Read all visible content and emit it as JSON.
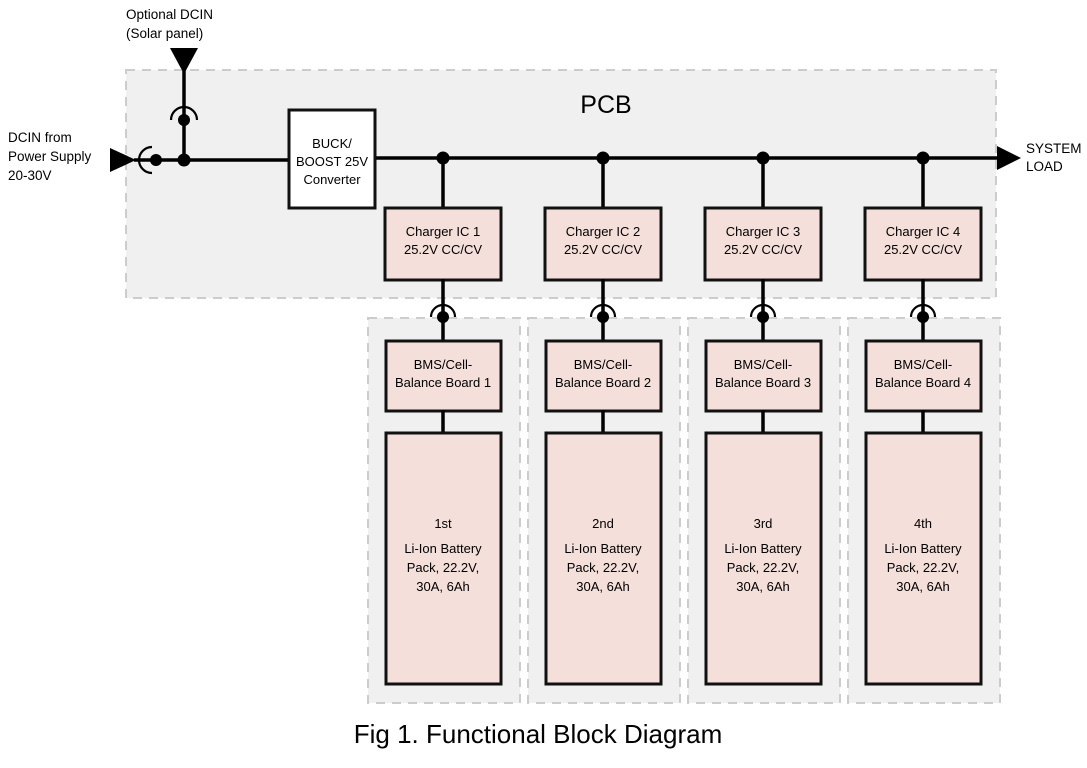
{
  "figure": {
    "caption": "Fig 1. Functional Block Diagram",
    "pcb_label": "PCB"
  },
  "colors": {
    "block_fill": "#f5dfdb",
    "group_fill": "#f0f0f0",
    "group_stroke": "#cccccc",
    "line": "#000000",
    "converter_fill": "#ffffff",
    "background": "#ffffff"
  },
  "inputs": {
    "optional_dcin": {
      "line1": "Optional DCIN",
      "line2": "(Solar panel)"
    },
    "main_dcin": {
      "line1": "DCIN from",
      "line2": "Power Supply",
      "line3": "20-30V"
    }
  },
  "output": {
    "line1": "SYSTEM",
    "line2": "LOAD"
  },
  "converter": {
    "line1": "BUCK/",
    "line2": "BOOST 25V",
    "line3": "Converter"
  },
  "chargers": [
    {
      "line1": "Charger IC 1",
      "line2": "25.2V CC/CV"
    },
    {
      "line1": "Charger IC 2",
      "line2": "25.2V CC/CV"
    },
    {
      "line1": "Charger IC 3",
      "line2": "25.2V CC/CV"
    },
    {
      "line1": "Charger IC 4",
      "line2": "25.2V CC/CV"
    }
  ],
  "bms_boards": [
    {
      "line1": "BMS/Cell-",
      "line2": "Balance Board 1"
    },
    {
      "line1": "BMS/Cell-",
      "line2": "Balance Board 2"
    },
    {
      "line1": "BMS/Cell-",
      "line2": "Balance Board 3"
    },
    {
      "line1": "BMS/Cell-",
      "line2": "Balance Board 4"
    }
  ],
  "battery_packs": [
    {
      "line1": "1st",
      "line2": "Li-Ion Battery",
      "line3": "Pack, 22.2V,",
      "line4": "30A, 6Ah"
    },
    {
      "line1": "2nd",
      "line2": "Li-Ion Battery",
      "line3": "Pack, 22.2V,",
      "line4": "30A, 6Ah"
    },
    {
      "line1": "3rd",
      "line2": "Li-Ion Battery",
      "line3": "Pack, 22.2V,",
      "line4": "30A, 6Ah"
    },
    {
      "line1": "4th",
      "line2": "Li-Ion Battery",
      "line3": "Pack, 22.2V,",
      "line4": "30A, 6Ah"
    }
  ]
}
